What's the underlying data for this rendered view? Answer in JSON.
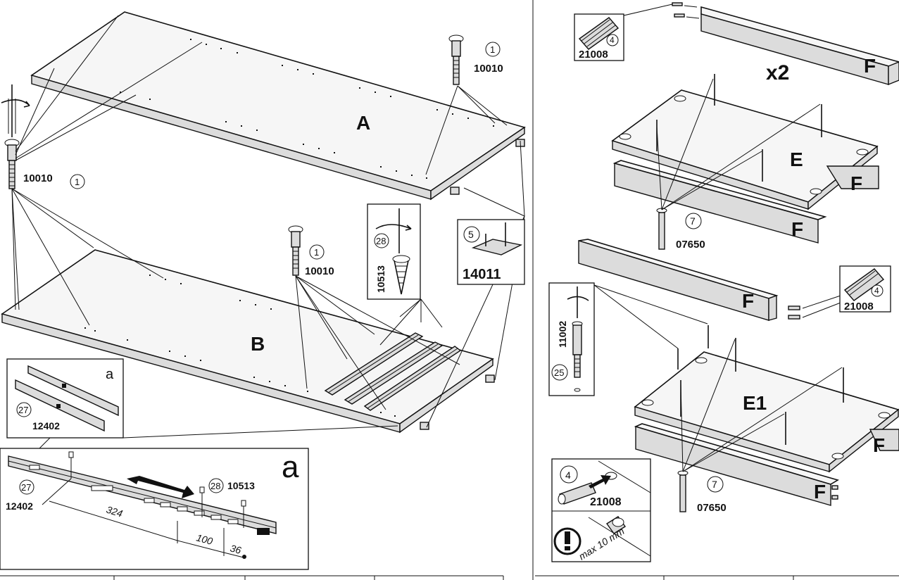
{
  "left": {
    "panel_a_label": "A",
    "panel_b_label": "B",
    "screw_code": "10010",
    "screw_qty": "1",
    "detail_28": {
      "qty": "28",
      "code": "10513"
    },
    "detail_14011": {
      "qty": "5",
      "code": "14011"
    },
    "detail_slide": {
      "tag": "a",
      "qty": "27",
      "code": "12402"
    },
    "slide_detail": {
      "tag": "a",
      "qty_slide": "27",
      "code_slide": "12402",
      "qty_screw": "28",
      "code_screw": "10513",
      "dim_324": "324",
      "dim_100": "100",
      "dim_36": "36"
    }
  },
  "right": {
    "dowel_code": "21008",
    "dowel_qty": "4",
    "rail_label": "F",
    "multiplier": "x2",
    "panel_e_label": "E",
    "panel_e1_label": "E1",
    "screw_code": "07650",
    "screw_qty": "7",
    "cam_detail": {
      "code": "11002",
      "qty": "25"
    },
    "dowel_detail": {
      "qty": "4",
      "code": "21008",
      "warning": "max 10 mm"
    }
  },
  "icons": [
    "screwdriver-icon",
    "rotate-arrow-icon",
    "warning-icon",
    "hammer-arrow-icon"
  ]
}
